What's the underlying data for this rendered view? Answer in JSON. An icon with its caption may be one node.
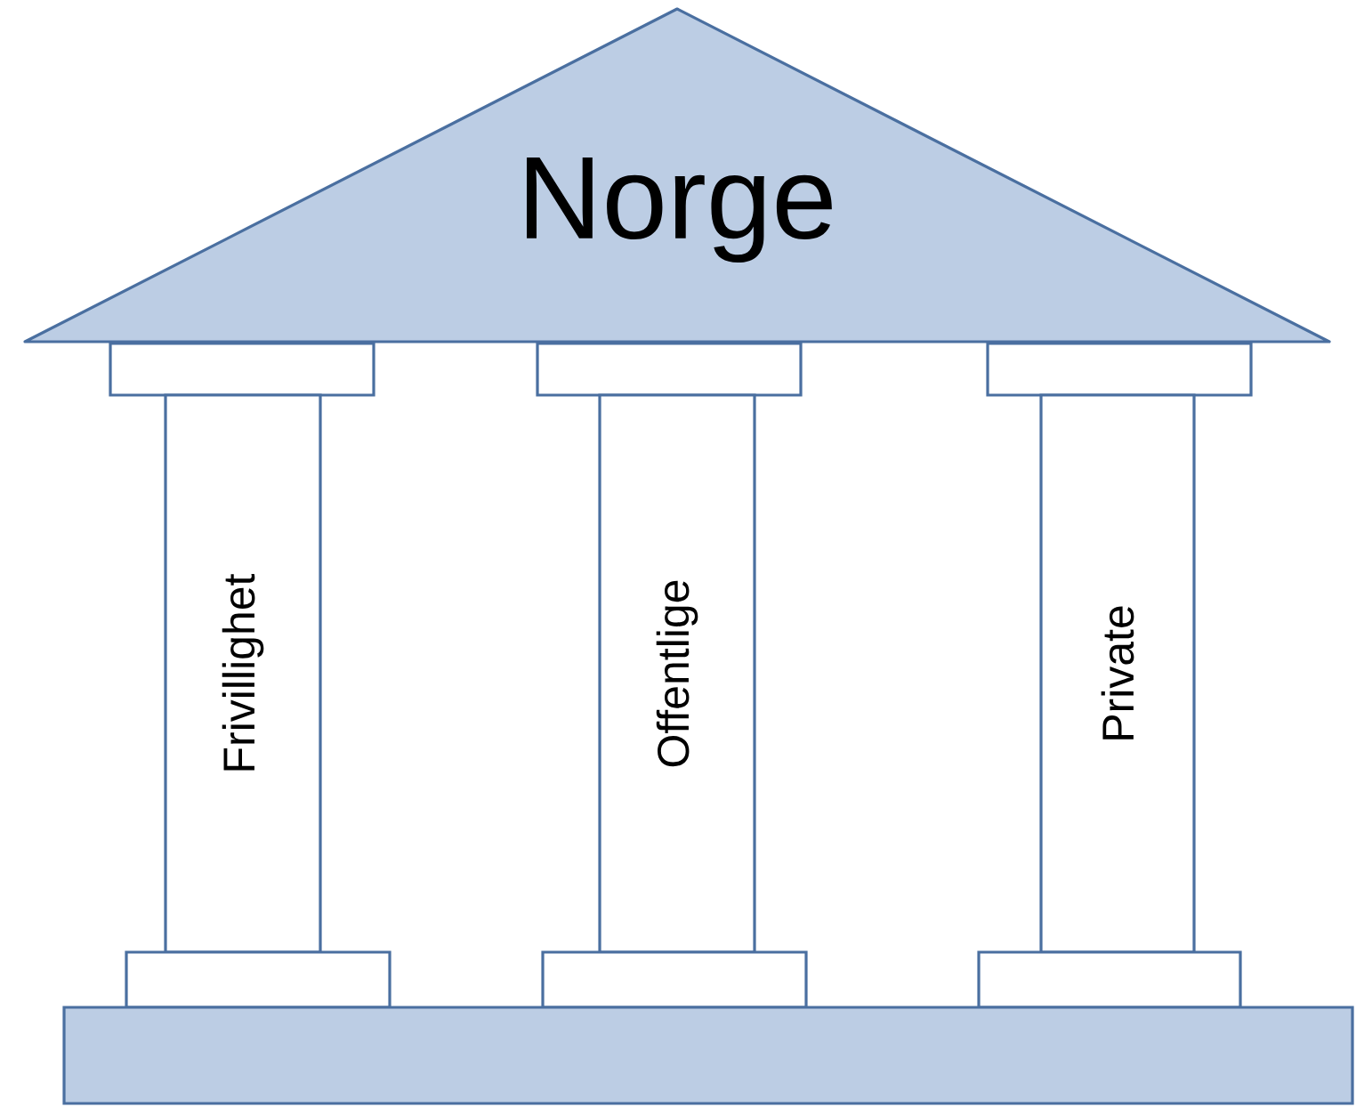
{
  "diagram": {
    "nodes": [
      {
        "text": [
          "Norge"
        ]
      },
      {
        "text": [],
        "shape": "box"
      },
      {
        "text": [],
        "shape": "box"
      },
      {
        "text": [],
        "shape": "box"
      },
      {
        "text": [
          "Frivillighet"
        ]
      },
      {
        "text": [
          "Offentlige"
        ]
      },
      {
        "text": [
          "Private"
        ]
      },
      {
        "text": [],
        "shape": "box"
      },
      {
        "text": [],
        "shape": "box"
      },
      {
        "text": [],
        "shape": "box"
      },
      {
        "text": [],
        "shape": "box"
      }
    ],
    "edges": []
  }
}
